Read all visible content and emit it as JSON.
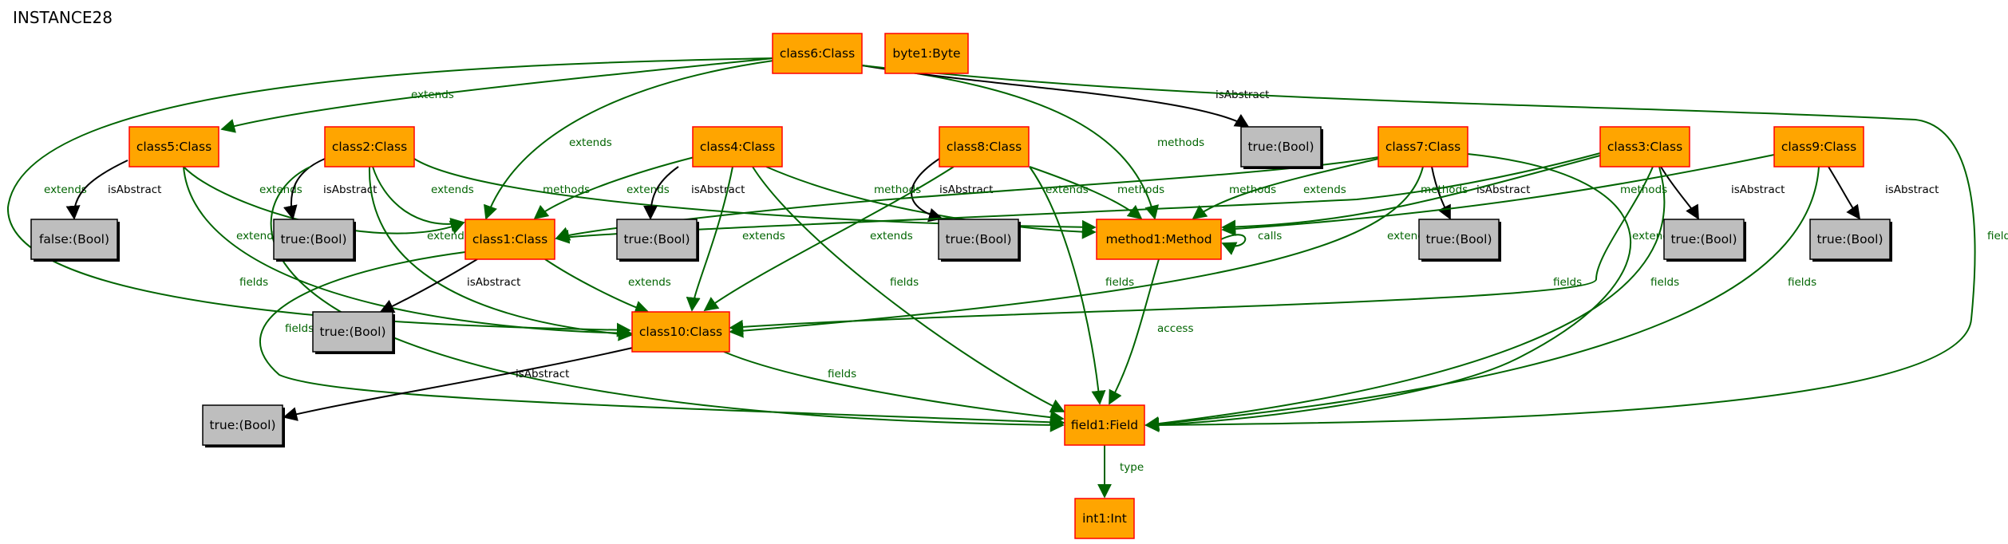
{
  "title": "INSTANCE28",
  "colors": {
    "class_fill": "#ffa500",
    "class_stroke": "#ff0000",
    "bool_fill": "#bebebe",
    "bool_stroke": "#000000",
    "green_edge": "#006400",
    "black_edge": "#000000"
  },
  "nodes": [
    {
      "id": "class6",
      "label": "class6:Class",
      "kind": "class"
    },
    {
      "id": "byte1",
      "label": "byte1:Byte",
      "kind": "class"
    },
    {
      "id": "true6",
      "label": "true:(Bool)",
      "kind": "bool"
    },
    {
      "id": "class5",
      "label": "class5:Class",
      "kind": "class"
    },
    {
      "id": "class2",
      "label": "class2:Class",
      "kind": "class"
    },
    {
      "id": "class4",
      "label": "class4:Class",
      "kind": "class"
    },
    {
      "id": "class8",
      "label": "class8:Class",
      "kind": "class"
    },
    {
      "id": "class7",
      "label": "class7:Class",
      "kind": "class"
    },
    {
      "id": "class3",
      "label": "class3:Class",
      "kind": "class"
    },
    {
      "id": "class9",
      "label": "class9:Class",
      "kind": "class"
    },
    {
      "id": "false5",
      "label": "false:(Bool)",
      "kind": "bool"
    },
    {
      "id": "true2",
      "label": "true:(Bool)",
      "kind": "bool"
    },
    {
      "id": "class1",
      "label": "class1:Class",
      "kind": "class"
    },
    {
      "id": "true4",
      "label": "true:(Bool)",
      "kind": "bool"
    },
    {
      "id": "true8",
      "label": "true:(Bool)",
      "kind": "bool"
    },
    {
      "id": "method1",
      "label": "method1:Method",
      "kind": "class"
    },
    {
      "id": "true7",
      "label": "true:(Bool)",
      "kind": "bool"
    },
    {
      "id": "true3",
      "label": "true:(Bool)",
      "kind": "bool"
    },
    {
      "id": "true9",
      "label": "true:(Bool)",
      "kind": "bool"
    },
    {
      "id": "true1",
      "label": "true:(Bool)",
      "kind": "bool"
    },
    {
      "id": "class10",
      "label": "class10:Class",
      "kind": "class"
    },
    {
      "id": "true10",
      "label": "true:(Bool)",
      "kind": "bool"
    },
    {
      "id": "field1",
      "label": "field1:Field",
      "kind": "class"
    },
    {
      "id": "int1",
      "label": "int1:Int",
      "kind": "class"
    }
  ],
  "edges": [
    {
      "from": "class6",
      "to": "class5",
      "label": "extends",
      "color": "green"
    },
    {
      "from": "class6",
      "to": "class10",
      "label": "extends",
      "color": "green"
    },
    {
      "from": "class6",
      "to": "class1",
      "label": "extends",
      "color": "green"
    },
    {
      "from": "class6",
      "to": "method1",
      "label": "methods",
      "color": "green"
    },
    {
      "from": "class6",
      "to": "true6",
      "label": "isAbstract",
      "color": "black"
    },
    {
      "from": "class6",
      "to": "field1",
      "label": "fields",
      "color": "green"
    },
    {
      "from": "class5",
      "to": "false5",
      "label": "isAbstract",
      "color": "black"
    },
    {
      "from": "class5",
      "to": "class1",
      "label": "extends",
      "color": "green"
    },
    {
      "from": "class5",
      "to": "class10",
      "label": "extends",
      "color": "green"
    },
    {
      "from": "class2",
      "to": "true2",
      "label": "isAbstract",
      "color": "black"
    },
    {
      "from": "class2",
      "to": "class1",
      "label": "extends",
      "color": "green"
    },
    {
      "from": "class2",
      "to": "method1",
      "label": "methods",
      "color": "green"
    },
    {
      "from": "class2",
      "to": "class10",
      "label": "extends",
      "color": "green"
    },
    {
      "from": "class2",
      "to": "field1",
      "label": "fields",
      "color": "green"
    },
    {
      "from": "class4",
      "to": "class1",
      "label": "extends",
      "color": "green"
    },
    {
      "from": "class4",
      "to": "true4",
      "label": "isAbstract",
      "color": "black"
    },
    {
      "from": "class4",
      "to": "method1",
      "label": "methods",
      "color": "green"
    },
    {
      "from": "class4",
      "to": "class10",
      "label": "extends",
      "color": "green"
    },
    {
      "from": "class4",
      "to": "field1",
      "label": "fields",
      "color": "green"
    },
    {
      "from": "class8",
      "to": "true8",
      "label": "isAbstract",
      "color": "black"
    },
    {
      "from": "class8",
      "to": "method1",
      "label": "methods",
      "color": "green"
    },
    {
      "from": "class8",
      "to": "class10",
      "label": "extends",
      "color": "green"
    },
    {
      "from": "class8",
      "to": "field1",
      "label": "fields",
      "color": "green"
    },
    {
      "from": "class7",
      "to": "class1",
      "label": "extends",
      "color": "green"
    },
    {
      "from": "class7",
      "to": "method1",
      "label": "methods",
      "color": "green"
    },
    {
      "from": "class7",
      "to": "true7",
      "label": "isAbstract",
      "color": "black"
    },
    {
      "from": "class7",
      "to": "class10",
      "label": "extends",
      "color": "green"
    },
    {
      "from": "class7",
      "to": "field1",
      "label": "fields",
      "color": "green"
    },
    {
      "from": "class3",
      "to": "class1",
      "label": "extends",
      "color": "green"
    },
    {
      "from": "class3",
      "to": "method1",
      "label": "methods",
      "color": "green"
    },
    {
      "from": "class3",
      "to": "true3",
      "label": "isAbstract",
      "color": "black"
    },
    {
      "from": "class3",
      "to": "class10",
      "label": "extends",
      "color": "green"
    },
    {
      "from": "class3",
      "to": "field1",
      "label": "fields",
      "color": "green"
    },
    {
      "from": "class9",
      "to": "method1",
      "label": "methods",
      "color": "green"
    },
    {
      "from": "class9",
      "to": "true9",
      "label": "isAbstract",
      "color": "black"
    },
    {
      "from": "class9",
      "to": "field1",
      "label": "fields",
      "color": "green"
    },
    {
      "from": "class1",
      "to": "class10",
      "label": "extends",
      "color": "green"
    },
    {
      "from": "class1",
      "to": "true1",
      "label": "isAbstract",
      "color": "black"
    },
    {
      "from": "class1",
      "to": "field1",
      "label": "fields",
      "color": "green"
    },
    {
      "from": "method1",
      "to": "method1",
      "label": "calls",
      "color": "green"
    },
    {
      "from": "method1",
      "to": "field1",
      "label": "access",
      "color": "green"
    },
    {
      "from": "class10",
      "to": "true10",
      "label": "isAbstract",
      "color": "black"
    },
    {
      "from": "class10",
      "to": "field1",
      "label": "fields",
      "color": "green"
    },
    {
      "from": "field1",
      "to": "int1",
      "label": "type",
      "color": "green"
    }
  ]
}
